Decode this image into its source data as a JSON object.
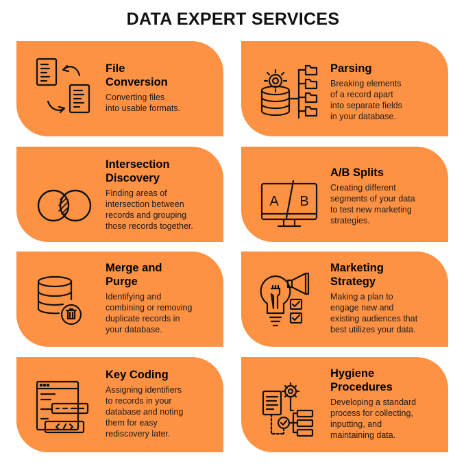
{
  "title": "DATA EXPERT SERVICES",
  "colors": {
    "card": "#fd9245",
    "ink": "#111111"
  },
  "cards": [
    {
      "icon": "file-conversion-icon",
      "title": "File\nConversion",
      "desc": "Converting files\ninto usable formats."
    },
    {
      "icon": "parsing-icon",
      "title": "Parsing",
      "desc": "Breaking elements\nof a record apart\ninto separate fields\nin your database."
    },
    {
      "icon": "intersection-icon",
      "title": "Intersection\nDiscovery",
      "desc": "Finding areas of\nintersection between\nrecords and grouping\nthose records together."
    },
    {
      "icon": "ab-splits-icon",
      "title": "A/B Splits",
      "desc": "Creating different\nsegments of your data\nto test new marketing\nstrategies."
    },
    {
      "icon": "merge-purge-icon",
      "title": "Merge and\nPurge",
      "desc": "Identifying and\ncombining or removing\nduplicate records in\nyour database."
    },
    {
      "icon": "marketing-strategy-icon",
      "title": "Marketing\nStrategy",
      "desc": "Making a plan to\nengage new and\nexisting audiences that\nbest utilizes your data."
    },
    {
      "icon": "key-coding-icon",
      "title": "Key Coding",
      "desc": "Assigning identifiers\nto records in your\ndatabase and noting\nthem for easy\nrediscovery later."
    },
    {
      "icon": "hygiene-procedures-icon",
      "title": "Hygiene\nProcedures",
      "desc": "Developing a standard\nprocess for collecting,\ninputting, and\nmaintaining data."
    }
  ],
  "ab_letters": {
    "a": "A",
    "b": "B"
  }
}
